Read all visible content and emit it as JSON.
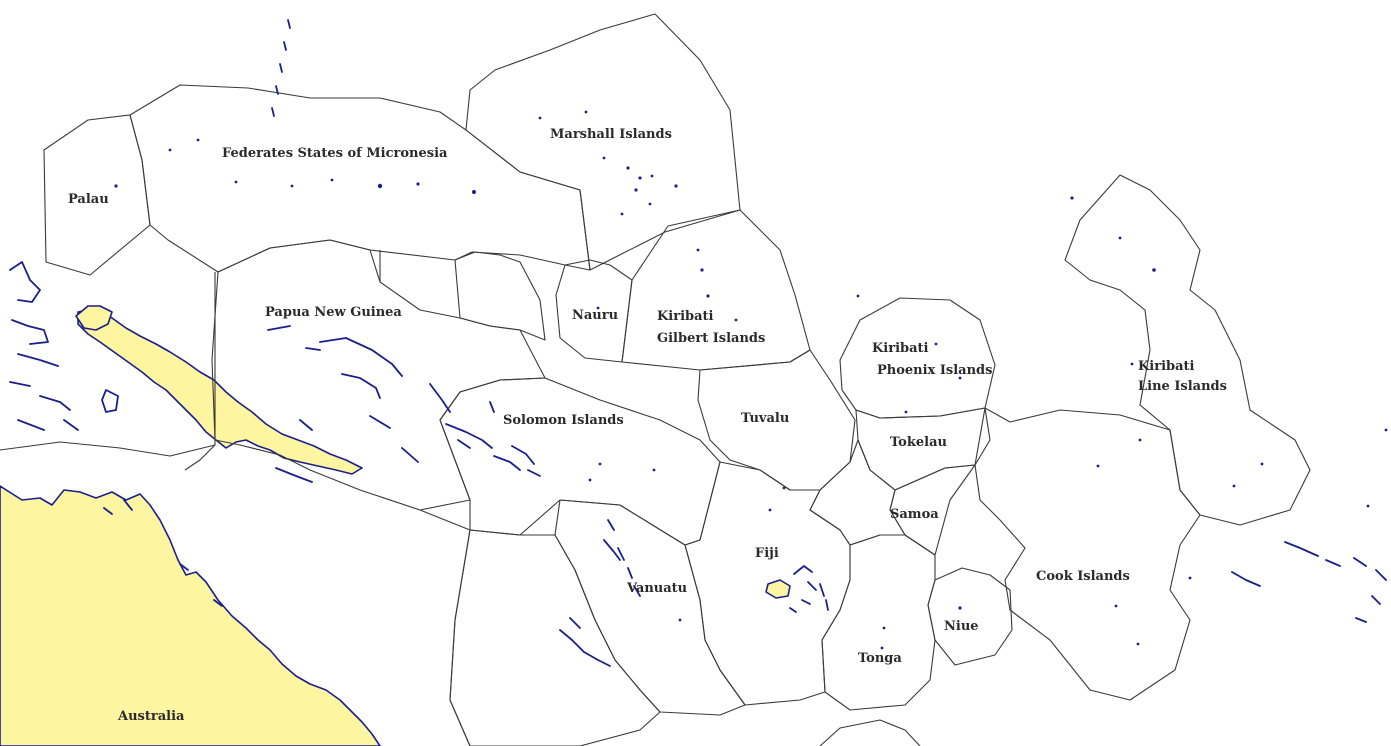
{
  "map": {
    "colors": {
      "land": "#fdf5a0",
      "coastline": "#1a1f8c",
      "boundary": "#3a3a3a",
      "background": "#ffffff",
      "label": "#2a2a2a"
    },
    "labels": {
      "palau": "Palau",
      "micronesia": "Federates States of Micronesia",
      "marshall": "Marshall Islands",
      "png": "Papua New Guinea",
      "nauru": "Nauru",
      "gilbert_1": "Kiribati",
      "gilbert_2": "Gilbert Islands",
      "phoenix_1": "Kiribati",
      "phoenix_2": "Phoenix Islands",
      "line_1": "Kiribati",
      "line_2": "Line Islands",
      "solomon": "Solomon Islands",
      "tuvalu": "Tuvalu",
      "tokelau": "Tokelau",
      "samoa": "Samoa",
      "vanuatu": "Vanuatu",
      "fiji": "Fiji",
      "tonga": "Tonga",
      "niue": "Niue",
      "cook": "Cook Islands",
      "australia": "Australia"
    }
  }
}
